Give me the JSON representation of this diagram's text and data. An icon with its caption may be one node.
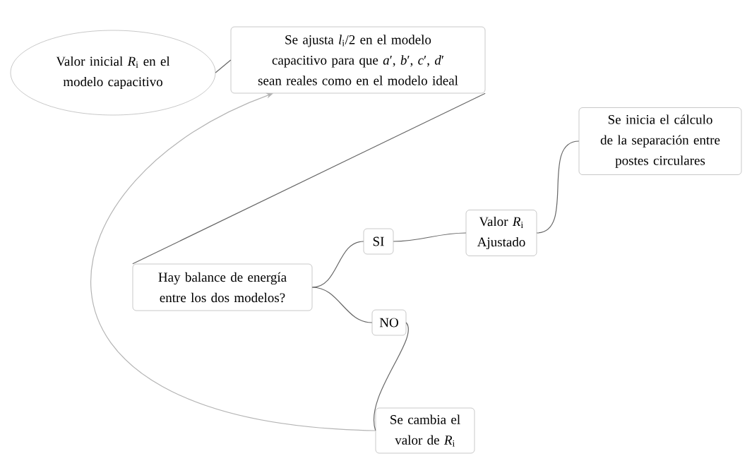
{
  "diagram": {
    "nodes": [
      {
        "text": [
          "Valor inicial *R*$_{i}$ en el modelo capacitivo"
        ]
      },
      {
        "text": [
          "Se ajusta *l*$_{i}$/2 en el modelo capacitivo para que *a*′, *b*′, *c*′, *d*′ sean reales como en el modelo ideal"
        ]
      },
      {
        "text": [
          "Se inicia el cálculo de la separación entre postes circulares"
        ]
      },
      {
        "text": [
          "Hay balance de energía entre los dos modelos?"
        ]
      },
      {
        "text": [
          "SI"
        ]
      },
      {
        "text": [
          "Valor *R*$_{i}$ Ajustado"
        ]
      },
      {
        "text": [
          "NO"
        ]
      },
      {
        "text": [
          "Se cambia el valor de *R*$_{i}$"
        ]
      }
    ],
    "edges": [
      {
        "from": 0,
        "to": 1,
        "arrow": "none"
      },
      {
        "from": 1,
        "to": 3,
        "arrow": "none"
      },
      {
        "from": 3,
        "to": 4,
        "arrow": "none"
      },
      {
        "from": 4,
        "to": 5,
        "arrow": "none"
      },
      {
        "from": 5,
        "to": 2,
        "arrow": "none"
      },
      {
        "from": 3,
        "to": 6,
        "arrow": "none"
      },
      {
        "from": 6,
        "to": 7,
        "arrow": "none"
      },
      {
        "from": 7,
        "to": 1,
        "arrow": "to",
        "color": "#b4b4b4"
      }
    ]
  }
}
